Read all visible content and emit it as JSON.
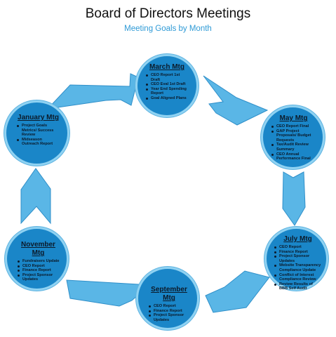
{
  "header": {
    "title": "Board of Directors Meetings",
    "subtitle": "Meeting Goals by Month"
  },
  "colors": {
    "node_fill": "#1a86c8",
    "node_ring": "#8fd2f2",
    "arrow_fill": "#5ab6e6",
    "arrow_stroke": "#2f8fc9",
    "subtitle": "#2e9ad6"
  },
  "meetings": [
    {
      "id": "march",
      "title": "March Mtg",
      "items": [
        "CEO Report 1st Draft",
        "CEO Eval 1st Draft",
        "Year End Spending Report",
        "Goal Aligned Plans"
      ]
    },
    {
      "id": "may",
      "title": "May Mtg",
      "items": [
        "CEO Report Final",
        "GAP Project Proposals/ Budget Requests",
        "Tax/Audit Review Summary",
        "CEO Annual Performance Final"
      ]
    },
    {
      "id": "july",
      "title": "July Mtg",
      "items": [
        "CEO Report",
        "Finance Report",
        "Project Sponsor Updates",
        "Website Transparency Compliance Update",
        "Conflict of Interest Compliance Review",
        "Review Results of BBB Self Audit"
      ]
    },
    {
      "id": "september",
      "title": "September Mtg",
      "items": [
        "CEO Report",
        "Finance Report",
        "Project Sponsor Updates"
      ]
    },
    {
      "id": "november",
      "title": "November Mtg",
      "items": [
        "Fundraisers Update",
        "CEO Report",
        "Finance Report",
        "Project Sponsor Updates"
      ]
    },
    {
      "id": "january",
      "title": "January Mtg",
      "items": [
        "Project Goals Metrics/ Success Review",
        "Midseason Outreach Report"
      ]
    }
  ]
}
